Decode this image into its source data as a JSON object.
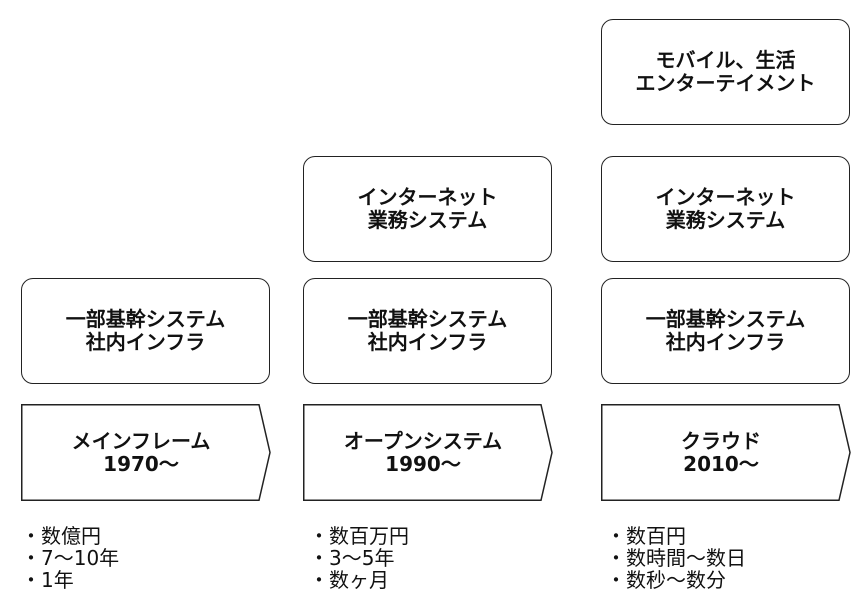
{
  "columns": [
    {
      "id": "col1",
      "era": {
        "line1": "メインフレーム",
        "line2": "1970〜"
      },
      "layers": [
        {
          "line1": "一部基幹システム",
          "line2": "社内インフラ"
        }
      ],
      "notes": [
        "・数億円",
        "・7〜10年",
        "・1年"
      ]
    },
    {
      "id": "col2",
      "era": {
        "line1": "オープンシステム",
        "line2": "1990〜"
      },
      "layers": [
        {
          "line1": "一部基幹システム",
          "line2": "社内インフラ"
        },
        {
          "line1": "インターネット",
          "line2": "業務システム"
        }
      ],
      "notes": [
        "・数百万円",
        "・3〜5年",
        "・数ヶ月"
      ]
    },
    {
      "id": "col3",
      "era": {
        "line1": "クラウド",
        "line2": "2010〜"
      },
      "layers": [
        {
          "line1": "一部基幹システム",
          "line2": "社内インフラ"
        },
        {
          "line1": "インターネット",
          "line2": "業務システム"
        },
        {
          "line1": "モバイル、生活",
          "line2": "エンターテイメント"
        }
      ],
      "notes": [
        "・数百円",
        "・数時間〜数日",
        "・数秒〜数分"
      ]
    }
  ]
}
